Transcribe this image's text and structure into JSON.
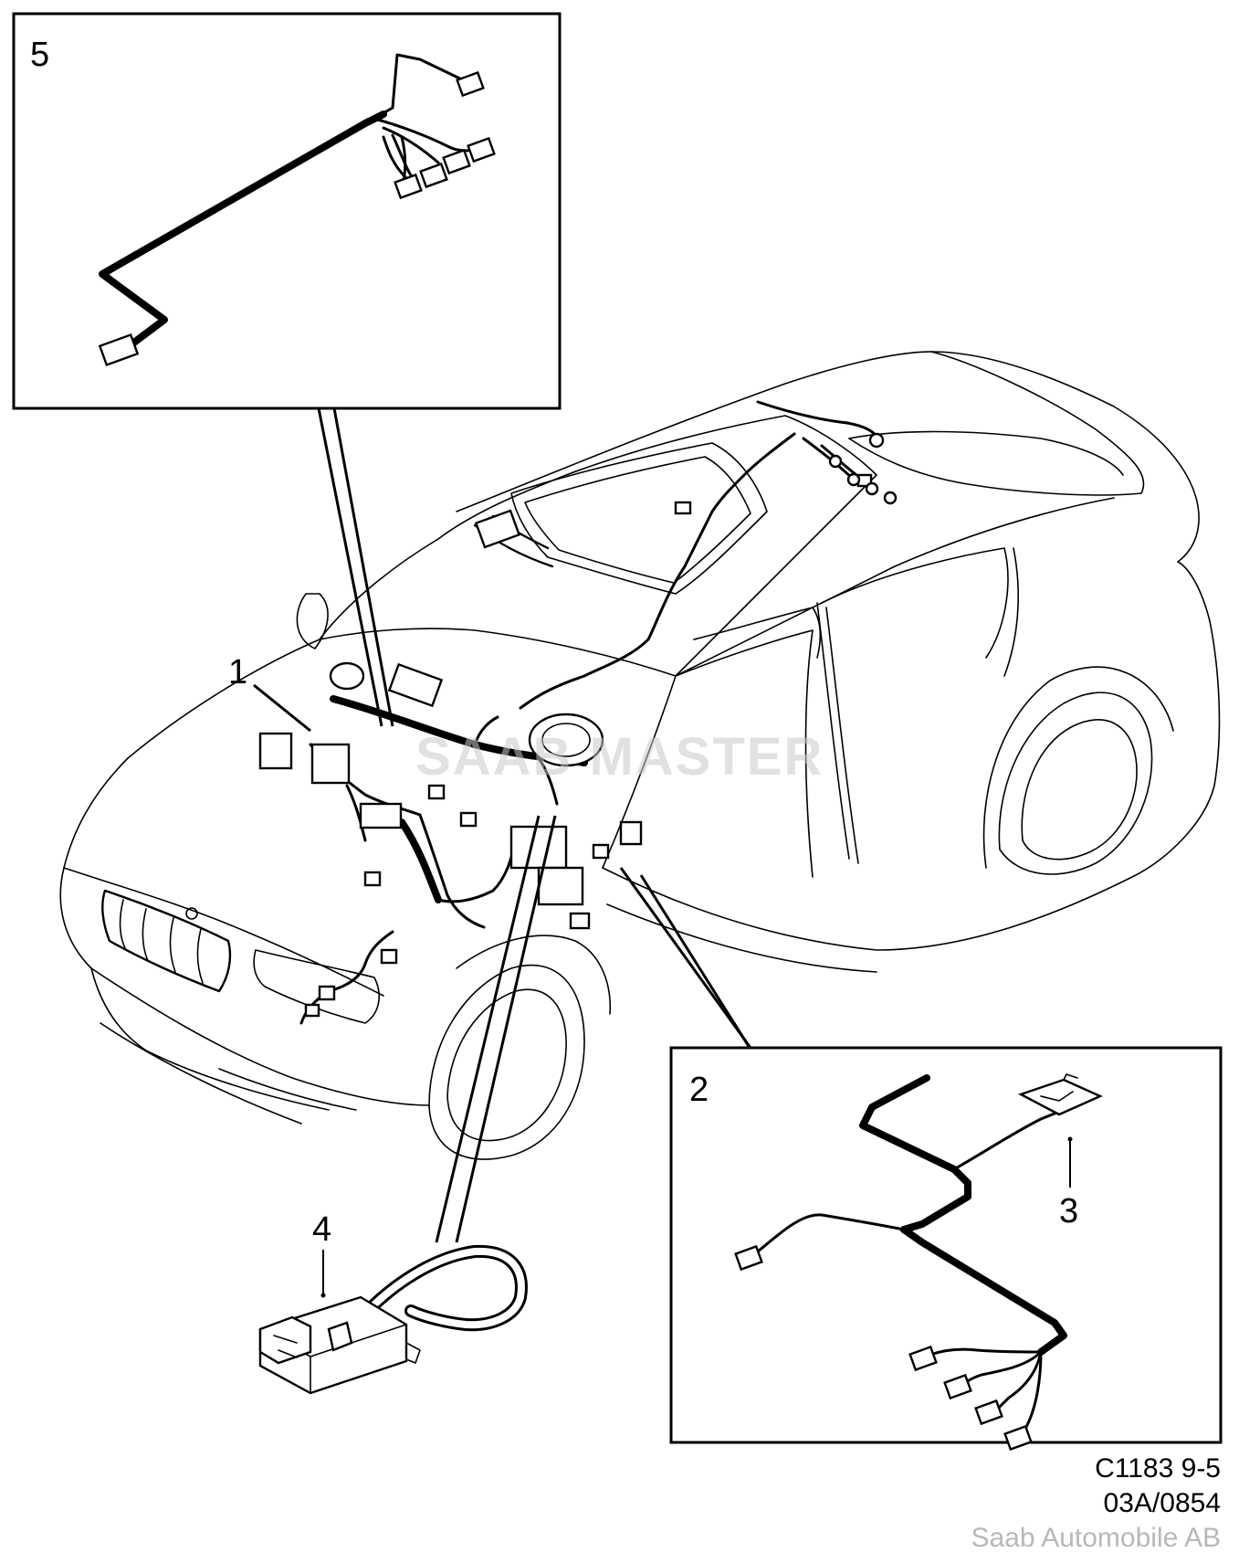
{
  "diagram": {
    "callouts": [
      "5",
      "1",
      "2",
      "3",
      "4"
    ],
    "caption": {
      "line1": "C1183 9-5",
      "line2": "03A/0854",
      "credit": "Saab Automobile AB"
    },
    "watermark": "SAAB MASTER"
  }
}
